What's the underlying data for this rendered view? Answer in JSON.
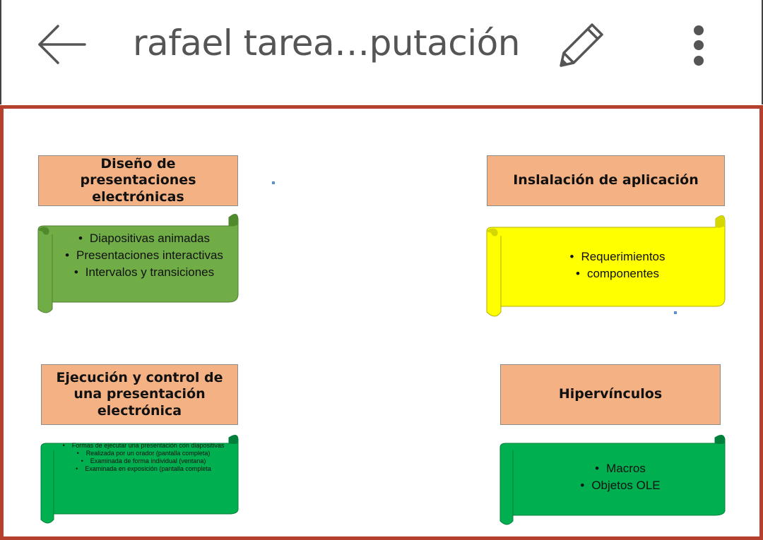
{
  "appbar": {
    "title": "rafael tarea…putación",
    "back_icon": "arrow-left-icon",
    "edit_icon": "pencil-icon",
    "more_icon": "more-vertical-icon"
  },
  "slide": {
    "frame_color": "#b5402e",
    "box1": {
      "title": "Diseño de presentaciones electrónicas",
      "scroll_color": "#70ad47",
      "items": [
        "Diapositivas animadas",
        "Presentaciones interactivas",
        "Intervalos y transiciones"
      ]
    },
    "box2": {
      "title": "Inslalación de aplicación",
      "scroll_color": "#ffff00",
      "items": [
        "Requerimientos",
        "componentes"
      ]
    },
    "box3": {
      "title": "Ejecución y control de una presentación electrónica",
      "scroll_color": "#00b050",
      "intro": "Formas de ejecutar una presentación con diapositivas",
      "items": [
        "Realizada por un orador (pantalla completa)",
        "Examinada de forma individual (ventana)",
        "Examinada en exposición (pantalla completa"
      ]
    },
    "box4": {
      "title": "Hipervínculos",
      "scroll_color": "#00b050",
      "items": [
        "Macros",
        "Objetos OLE"
      ]
    }
  }
}
